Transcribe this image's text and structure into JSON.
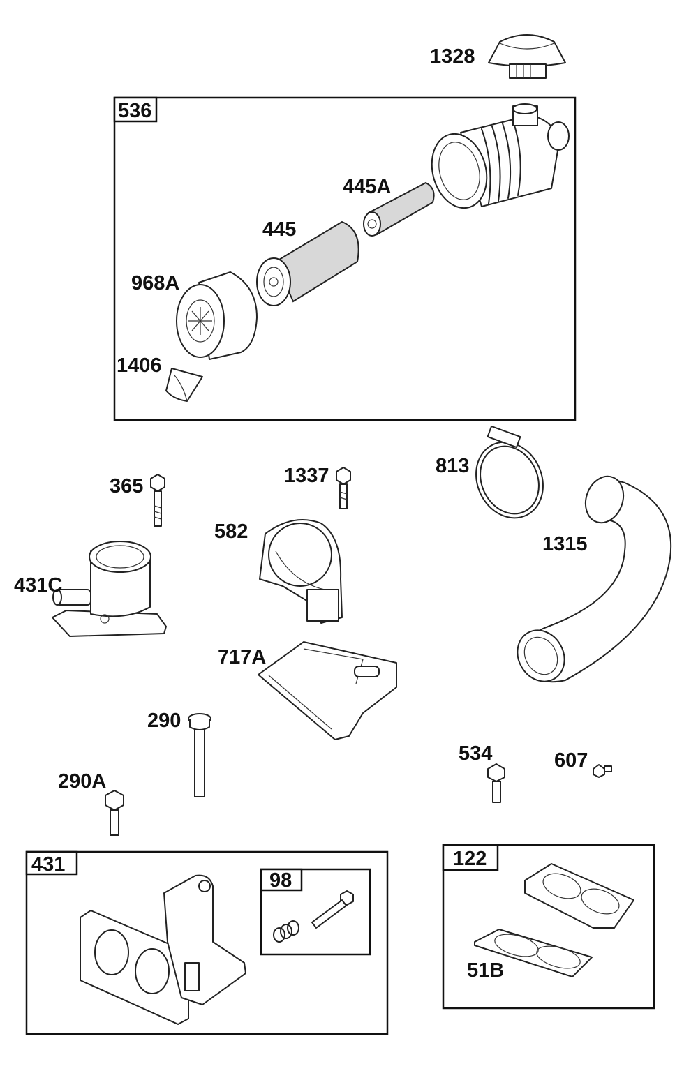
{
  "labels": {
    "p1328": "1328",
    "p536": "536",
    "p445A": "445A",
    "p445": "445",
    "p968A": "968A",
    "p1406": "1406",
    "p813": "813",
    "p365": "365",
    "p1337": "1337",
    "p582": "582",
    "p1315": "1315",
    "p431C": "431C",
    "p717A": "717A",
    "p290": "290",
    "p290A": "290A",
    "p534": "534",
    "p607": "607",
    "p431": "431",
    "p98": "98",
    "p122": "122",
    "p51B": "51B"
  }
}
